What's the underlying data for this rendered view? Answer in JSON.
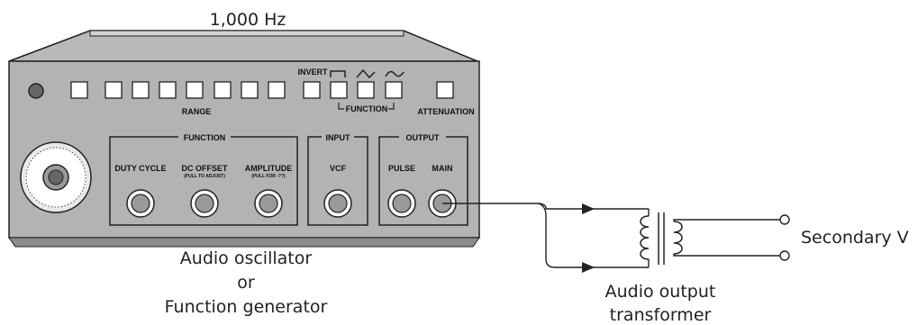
{
  "frequency_label": "1,000 Hz",
  "panel": {
    "invert_label": "INVERT",
    "range_label": "RANGE",
    "function_bracket_label": "FUNCTION",
    "attenuation_label": "ATTENUATION",
    "function_group": {
      "title": "FUNCTION",
      "knobs": [
        {
          "label": "DUTY CYCLE",
          "sublabel": ""
        },
        {
          "label": "DC OFFSET",
          "sublabel": "(PULL TO ADJUST)"
        },
        {
          "label": "AMPLITUDE",
          "sublabel": "(PULL FOR -??)"
        }
      ]
    },
    "input_group": {
      "title": "INPUT",
      "knobs": [
        {
          "label": "VCF",
          "sublabel": ""
        }
      ]
    },
    "output_group": {
      "title": "OUTPUT",
      "knobs": [
        {
          "label": "PULSE",
          "sublabel": ""
        },
        {
          "label": "MAIN",
          "sublabel": ""
        }
      ]
    },
    "waveform_icons": [
      "square-wave-icon",
      "triangle-wave-icon",
      "sine-wave-icon"
    ]
  },
  "device_caption": {
    "line1": "Audio oscillator",
    "line2": "or",
    "line3": "Function generator"
  },
  "transformer_caption": {
    "line1": "Audio output",
    "line2": "transformer"
  },
  "secondary_label": "Secondary V"
}
